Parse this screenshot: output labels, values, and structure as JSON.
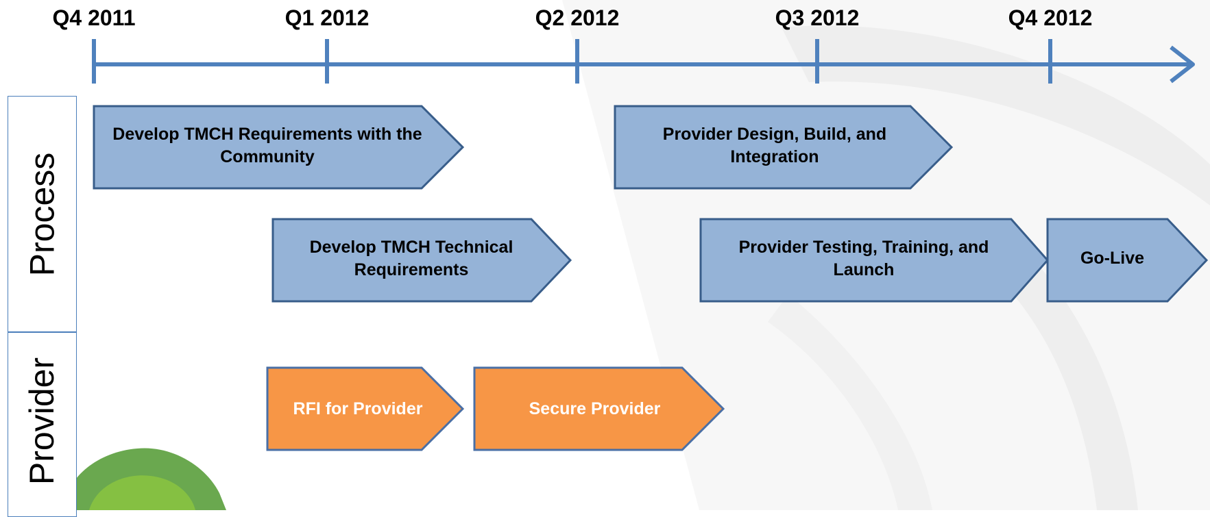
{
  "timeline": {
    "quarters": [
      "Q4 2011",
      "Q1 2012",
      "Q2 2012",
      "Q3 2012",
      "Q4 2012"
    ]
  },
  "lanes": [
    {
      "label": "Process"
    },
    {
      "label": "Provider"
    }
  ],
  "tasks": [
    {
      "label": "Develop TMCH Requirements with the Community",
      "lane": "Process",
      "color": "#95b3d7"
    },
    {
      "label": "Develop TMCH Technical Requirements",
      "lane": "Process",
      "color": "#95b3d7"
    },
    {
      "label": "Provider Design, Build, and Integration",
      "lane": "Process",
      "color": "#95b3d7"
    },
    {
      "label": "Provider Testing, Training, and Launch",
      "lane": "Process",
      "color": "#95b3d7"
    },
    {
      "label": "Go-Live",
      "lane": "Process",
      "color": "#95b3d7"
    },
    {
      "label": "RFI for Provider",
      "lane": "Provider",
      "color": "#f79646"
    },
    {
      "label": "Secure Provider",
      "lane": "Provider",
      "color": "#f79646"
    }
  ],
  "colors": {
    "axis": "#4f81bd",
    "process_fill": "#95b3d7",
    "process_stroke": "#385d8a",
    "provider_fill": "#f79646",
    "provider_stroke": "#4a6fa5"
  }
}
